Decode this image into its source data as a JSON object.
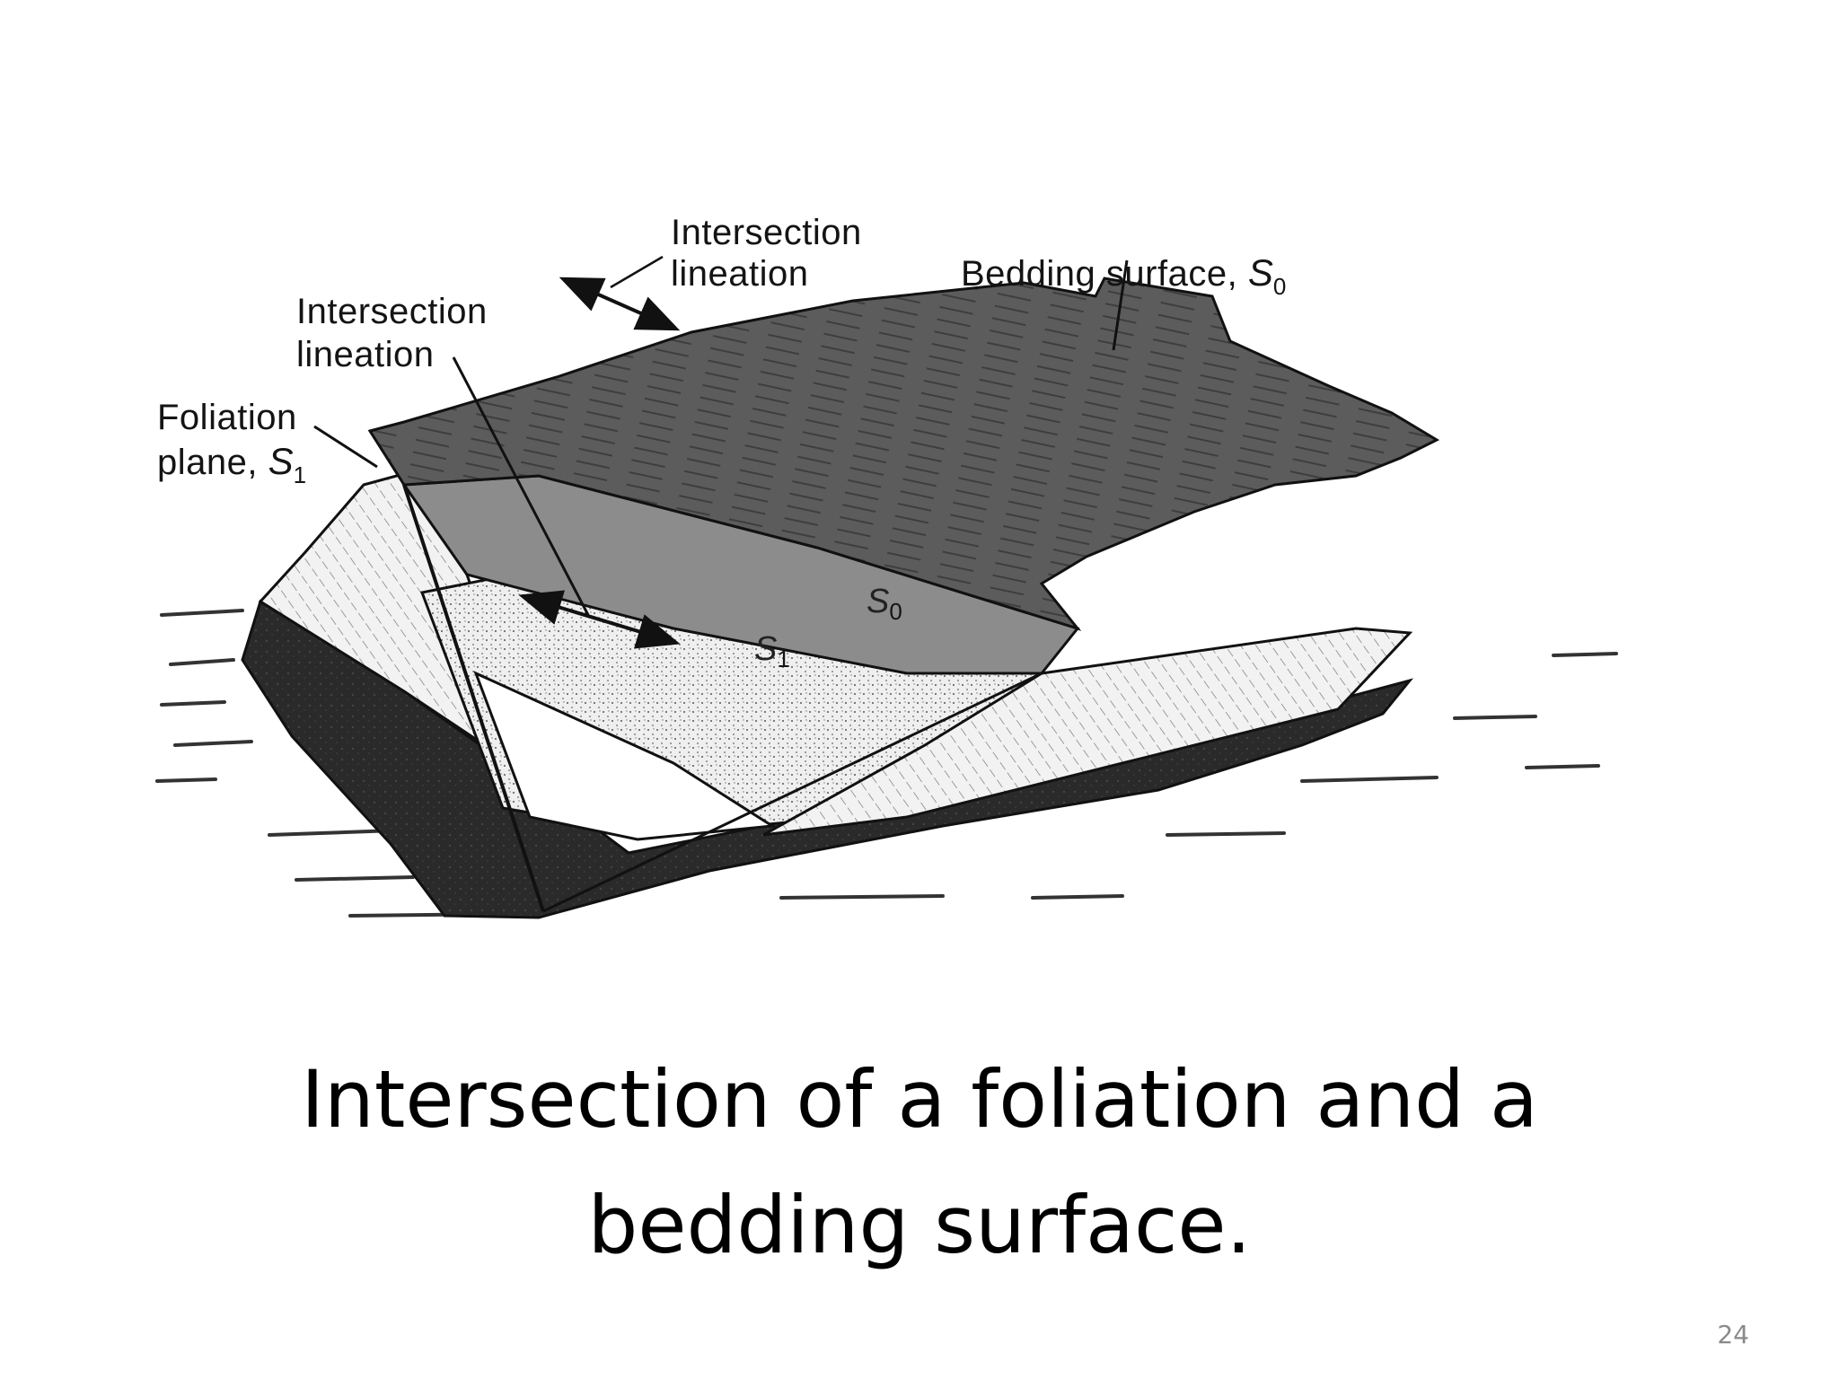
{
  "diagram": {
    "labels": {
      "intersection_lineation_top_line1": "Intersection",
      "intersection_lineation_top_line2": "lineation",
      "intersection_lineation_left_line1": "Intersection",
      "intersection_lineation_left_line2": "lineation",
      "foliation_line1": "Foliation",
      "foliation_line2": "plane, ",
      "foliation_symbol": "S",
      "foliation_subscript": "1",
      "bedding": "Bedding surface, ",
      "bedding_symbol": "S",
      "bedding_subscript": "0",
      "inner_s0": "S",
      "inner_s0_sub": "0",
      "inner_s1": "S",
      "inner_s1_sub": "1"
    }
  },
  "caption": {
    "line1": "Intersection of a foliation and a",
    "line2": "bedding surface."
  },
  "page_number": "24",
  "colors": {
    "background": "#ffffff",
    "top_surface": "#5a5a5a",
    "dark_layer": "#2b2b2b",
    "light_layer": "#e8e8e8",
    "text": "#000000",
    "page_number": "#8a8a8a"
  }
}
